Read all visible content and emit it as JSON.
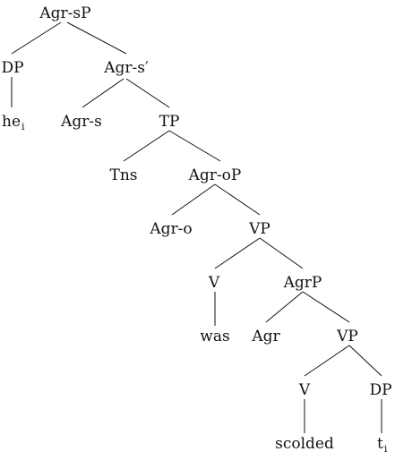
{
  "tree": {
    "nodes": {
      "agr_sp": "Agr-sP",
      "dp_1": "DP",
      "agr_s_bar": "Agr-s′",
      "he": "he",
      "he_index": "i",
      "agr_s": "Agr-s",
      "tp": "TP",
      "tns": "Tns",
      "agr_op": "Agr-oP",
      "agr_o": "Agr-o",
      "vp_1": "VP",
      "v_1": "V",
      "agrp": "AgrP",
      "was": "was",
      "agr": "Agr",
      "vp_2": "VP",
      "v_2": "V",
      "dp_2": "DP",
      "scolded": "scolded",
      "t": "t",
      "t_index": "i"
    }
  }
}
